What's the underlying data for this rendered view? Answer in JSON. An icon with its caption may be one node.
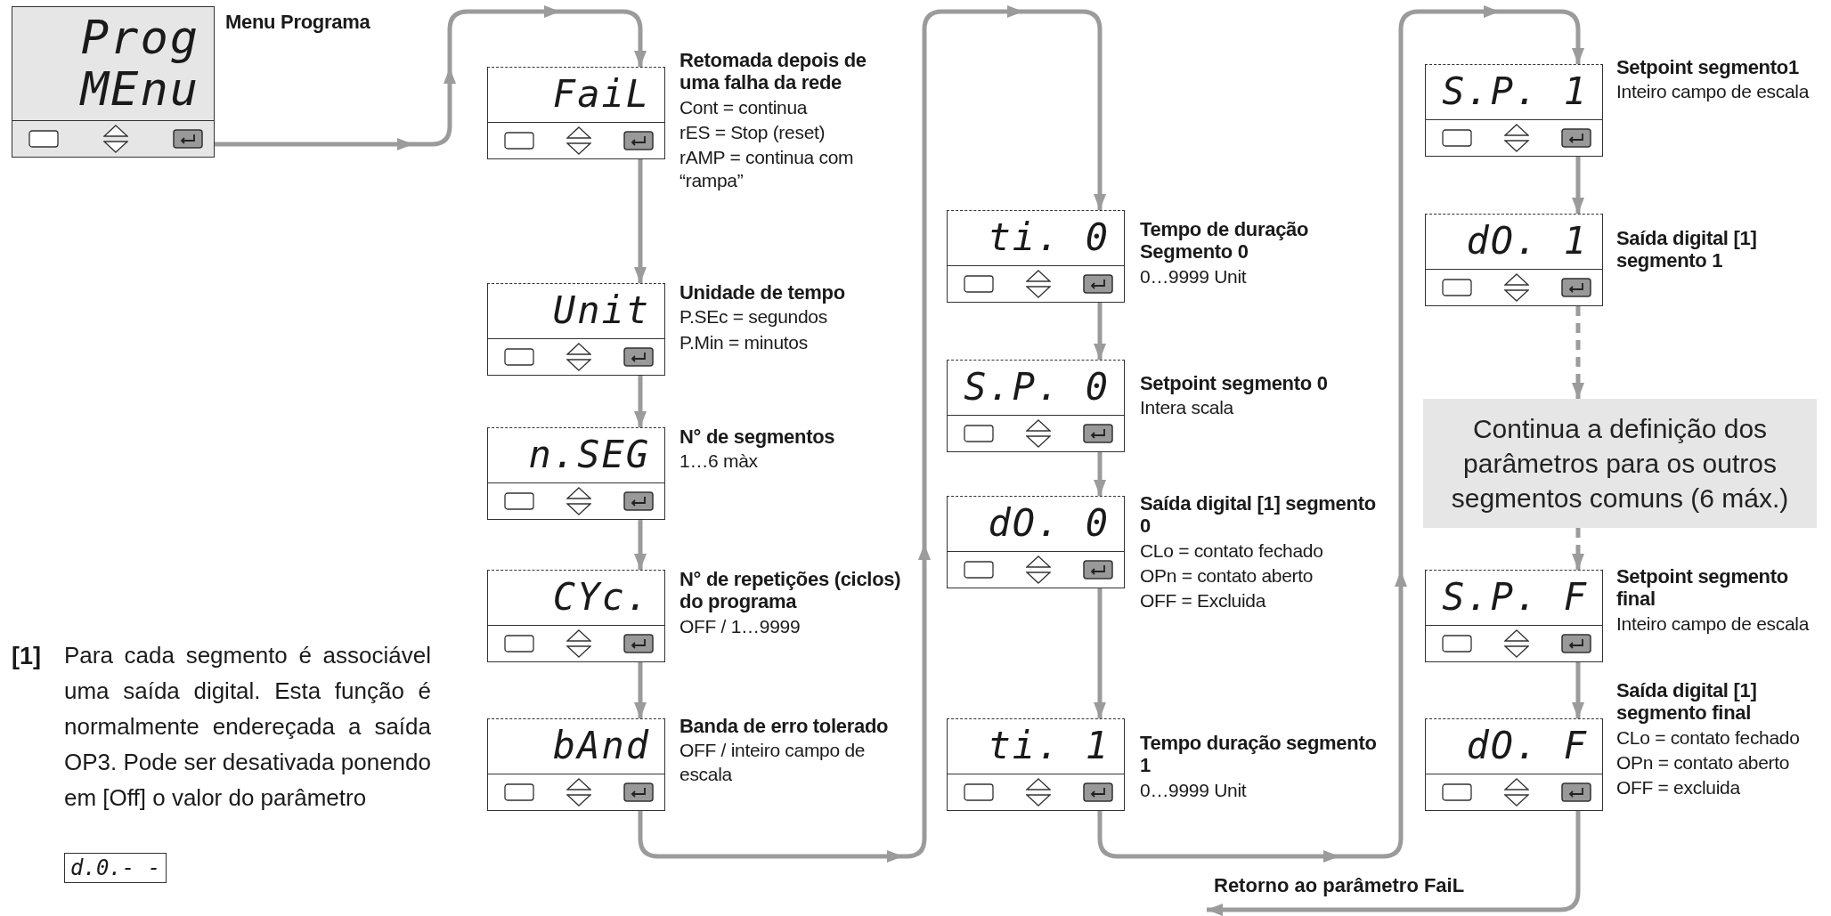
{
  "diagram": {
    "nodes": [
      {
        "text": [
          "Prog",
          "MEnu"
        ],
        "beside": [
          "Menu Programa"
        ]
      },
      {
        "text": [
          "FaiL"
        ],
        "beside": [
          "Retomada depois de uma falha da rede",
          "Cont = continua",
          "rES = Stop (reset)",
          "rAMP = continua com “rampa”"
        ]
      },
      {
        "text": [
          "Unit"
        ],
        "beside": [
          "Unidade de tempo",
          "P.SEc = segundos",
          "P.Min = minutos"
        ]
      },
      {
        "text": [
          "n.SEG"
        ],
        "beside": [
          "N° de segmentos",
          "1…6 màx"
        ]
      },
      {
        "text": [
          "CYc."
        ],
        "beside": [
          "N° de repetições (ciclos) do programa",
          "OFF / 1…9999"
        ]
      },
      {
        "text": [
          "bAnd"
        ],
        "beside": [
          "Banda de erro tolerado",
          "OFF / inteiro campo de escala"
        ]
      },
      {
        "text": [
          "ti. 0"
        ],
        "beside": [
          "Tempo de duração Segmento 0",
          "0…9999 Unit"
        ]
      },
      {
        "text": [
          "S.P. 0"
        ],
        "beside": [
          "Setpoint segmento 0",
          "Intera scala"
        ]
      },
      {
        "text": [
          "dO. 0"
        ],
        "beside": [
          "Saída digital [1] segmento 0",
          "CLo = contato fechado",
          "OPn = contato aberto",
          "OFF = Excluida"
        ]
      },
      {
        "text": [
          "ti. 1"
        ],
        "beside": [
          "Tempo duração segmento 1",
          "0…9999 Unit"
        ]
      },
      {
        "text": [
          "S.P. 1"
        ],
        "beside": [
          "Setpoint segmento1",
          "Inteiro campo de escala"
        ]
      },
      {
        "text": [
          "dO. 1"
        ],
        "beside": [
          "Saída digital [1] segmento 1"
        ]
      },
      {
        "text": [
          "Continua a definição dos parâmetros para os outros segmentos comuns (6 máx.)"
        ]
      },
      {
        "text": [
          "S.P. F"
        ],
        "beside": [
          "Setpoint segmento final",
          "Inteiro campo de escala"
        ]
      },
      {
        "text": [
          "dO. F"
        ],
        "beside": [
          "Saída digital [1] segmento final",
          "CLo = contato fechado",
          "OPn = contato aberto",
          "OFF = excluida"
        ]
      }
    ],
    "edges": [
      {
        "from": 0,
        "to": 1,
        "arrow": "to"
      },
      {
        "from": 1,
        "to": 2,
        "arrow": "to"
      },
      {
        "from": 2,
        "to": 3,
        "arrow": "to"
      },
      {
        "from": 3,
        "to": 4,
        "arrow": "to"
      },
      {
        "from": 4,
        "to": 5,
        "arrow": "to"
      },
      {
        "from": 5,
        "to": 6,
        "arrow": "to"
      },
      {
        "from": 6,
        "to": 7,
        "arrow": "to"
      },
      {
        "from": 7,
        "to": 8,
        "arrow": "to"
      },
      {
        "from": 8,
        "to": 9,
        "arrow": "to"
      },
      {
        "from": 9,
        "to": 10,
        "arrow": "to"
      },
      {
        "from": 10,
        "to": 11,
        "arrow": "to"
      },
      {
        "from": 11,
        "to": 12,
        "arrow": "to",
        "style": "dashed"
      },
      {
        "from": 12,
        "to": 13,
        "arrow": "to",
        "style": "dashed"
      },
      {
        "from": 13,
        "to": 14,
        "arrow": "to"
      },
      {
        "from": 14,
        "to": null,
        "arrow": "to",
        "label": "Retorno ao parâmetro FaiL"
      }
    ],
    "labels": [
      "[1]",
      "Para cada segmento é associável uma saída digital. Esta função é normalmente endereçada a saída OP3. Pode ser desativada ponendo em [Off] o valor do parâmetro",
      "d.0.- -"
    ]
  }
}
